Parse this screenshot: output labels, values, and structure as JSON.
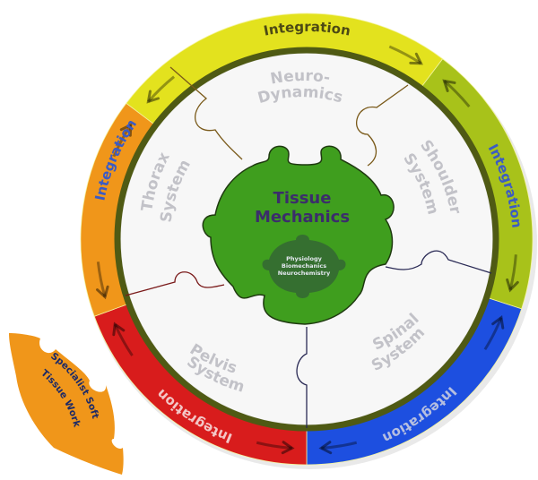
{
  "diagram": {
    "center": {
      "title_line1": "Tissue",
      "title_line2": "Mechanics",
      "core_items": [
        "Physiology",
        "Biomechanics",
        "Neurochemistry"
      ],
      "color": "#3f9e1e",
      "core_color": "#356f30"
    },
    "systems": [
      {
        "id": "neuro",
        "line1": "Neuro-",
        "line2": "Dynamics"
      },
      {
        "id": "shoulder",
        "line1": "Shoulder",
        "line2": "System"
      },
      {
        "id": "spinal",
        "line1": "Spinal",
        "line2": "System"
      },
      {
        "id": "pelvis",
        "line1": "Pelvis",
        "line2": "System"
      },
      {
        "id": "thorax",
        "line1": "Thorax",
        "line2": "System"
      }
    ],
    "ring_segments": [
      {
        "id": "top",
        "label": "Integration",
        "color": "#e3e21e",
        "text_color": "#4d4a14"
      },
      {
        "id": "right",
        "label": "Integration",
        "color": "#a8c21a",
        "text_color": "#3b5bc4"
      },
      {
        "id": "bottom-right",
        "label": "Integration",
        "color": "#1d4fe0",
        "text_color": "#b6bfe0"
      },
      {
        "id": "bottom-left",
        "label": "Integration",
        "color": "#d81c1c",
        "text_color": "#f3c6c6"
      },
      {
        "id": "left",
        "label": "Integration",
        "color": "#f0961a",
        "text_color": "#3b5bc4"
      }
    ],
    "external_piece": {
      "line1": "Specialist Soft",
      "line2": "Tissue Work",
      "color": "#f0961a"
    },
    "inner_border_color": "#4f5a14"
  }
}
